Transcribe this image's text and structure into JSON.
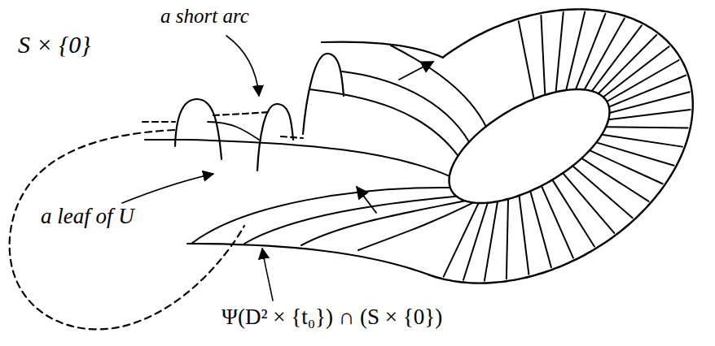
{
  "diagram": {
    "labels": [
      "S × {0}",
      "a short arc",
      "a leaf of U",
      "Ψ(D² × {t₀}) ∩ (S × {0})"
    ]
  }
}
